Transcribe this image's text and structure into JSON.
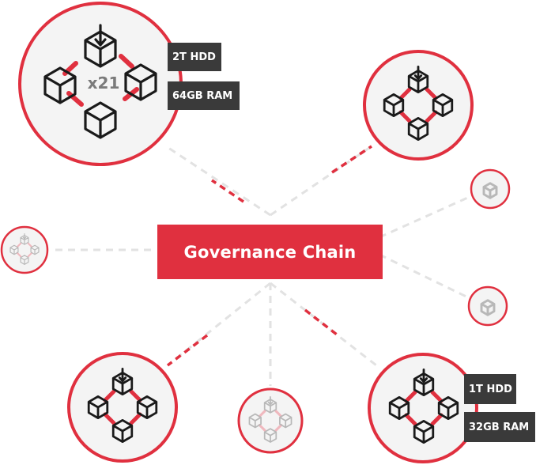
{
  "center": {
    "label": "Governance Chain"
  },
  "primary_node": {
    "multiplier": "x21",
    "storage": "2T HDD",
    "memory": "64GB RAM"
  },
  "secondary_node": {
    "storage": "1T HDD",
    "memory": "32GB RAM"
  },
  "colors": {
    "accent": "#e0303f",
    "tag_bg": "#3a3a3a",
    "faded": "#bdbdbd",
    "line_grey": "#e2e2e2"
  },
  "icons": [
    "cube-cluster-icon"
  ]
}
